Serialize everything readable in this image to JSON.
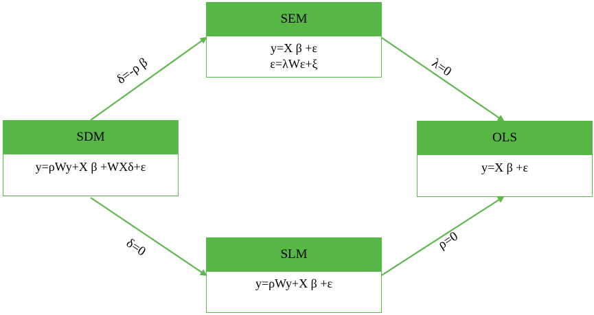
{
  "colors": {
    "accent": "#56b746",
    "arrow": "#5cb84a"
  },
  "nodes": {
    "sdm": {
      "title": "SDM",
      "lines": [
        "y=ρWy+X β +WXδ+ε"
      ]
    },
    "sem": {
      "title": "SEM",
      "lines": [
        "y=X β +ε",
        "ε=λWε+ξ"
      ]
    },
    "slm": {
      "title": "SLM",
      "lines": [
        "y=ρWy+X β +ε"
      ]
    },
    "ols": {
      "title": "OLS",
      "lines": [
        "y=X β +ε"
      ]
    }
  },
  "edges": {
    "sdm_sem": {
      "label": "δ=-ρ β"
    },
    "sem_ols": {
      "label": "λ=0"
    },
    "sdm_slm": {
      "label": "δ=0"
    },
    "slm_ols": {
      "label": "ρ=0"
    }
  }
}
